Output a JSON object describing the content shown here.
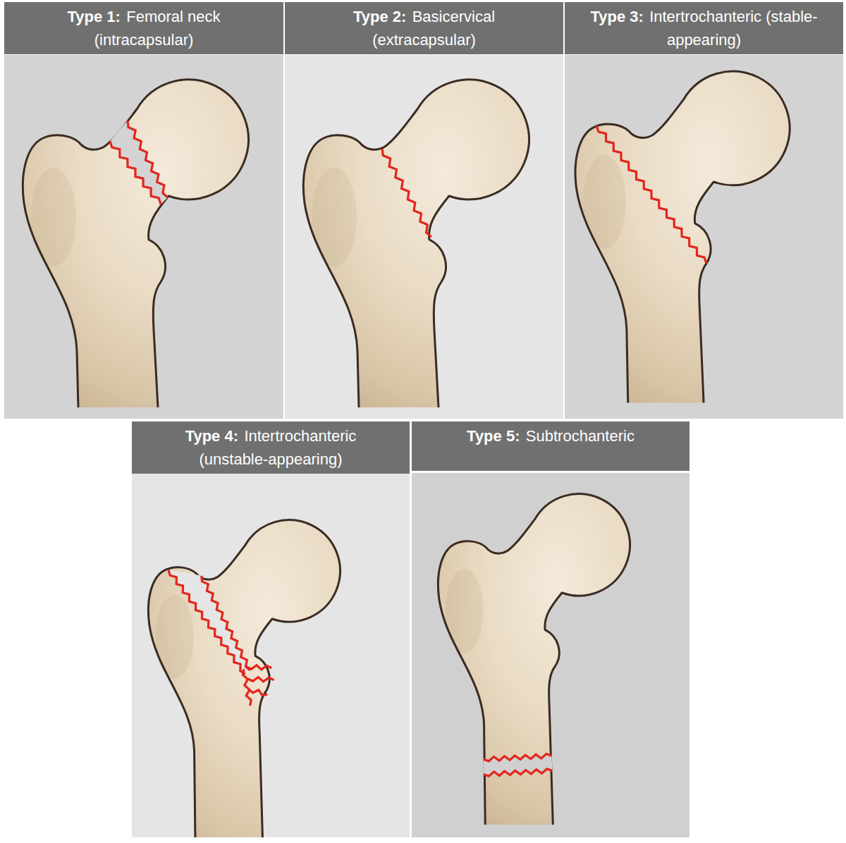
{
  "diagram": {
    "nodes": [
      {
        "text": [
          "Type 1:",
          "Femoral neck (intracapsular)"
        ]
      },
      {
        "text": [
          "Type 2:",
          "Basicervical (extracapsular)"
        ]
      },
      {
        "text": [
          "Type 3:",
          "Intertrochanteric (stable-appearing)"
        ]
      },
      {
        "text": [
          "Type 4:",
          "Intertrochanteric (unstable-appearing)"
        ]
      },
      {
        "text": [
          "Type 5:",
          "Subtrochanteric"
        ]
      }
    ]
  }
}
